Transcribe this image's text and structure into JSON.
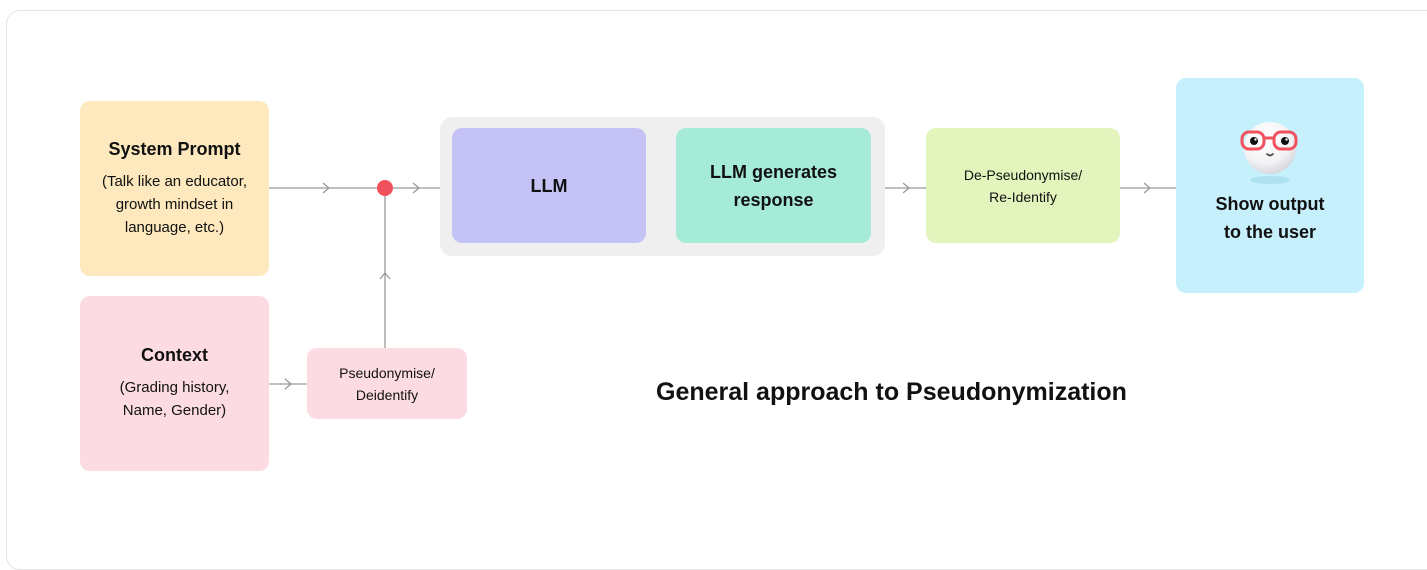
{
  "diagram": {
    "heading": "General approach to Pseudonymization",
    "system_prompt": {
      "title": "System Prompt",
      "lines": [
        "(Talk like an educator,",
        "growth mindset in",
        "language, etc.)"
      ]
    },
    "context": {
      "title": "Context",
      "lines": [
        "(Grading history,",
        "Name, Gender)"
      ]
    },
    "pseudonymise": {
      "lines": [
        "Pseudonymise/",
        "Deidentify"
      ]
    },
    "llm": {
      "label": "LLM"
    },
    "llm_generates": {
      "lines": [
        "LLM generates",
        "response"
      ]
    },
    "de_pseudonymise": {
      "lines": [
        "De-Pseudonymise/",
        "Re-Identify"
      ]
    },
    "output": {
      "lines": [
        "Show output",
        "to the user"
      ]
    },
    "colors": {
      "system_prompt": "#fde9bd",
      "context": "#fddbe3",
      "pseudonymise": "#fddbe3",
      "llm_group": "#efefef",
      "llm": "#c5c3f6",
      "llm_generates": "#a6ead8",
      "de_pseudonymise": "#e3f4bd",
      "output": "#c6f0fb",
      "junction": "#f0515d",
      "wire": "#9a9a9a",
      "glasses": "#f0515d"
    },
    "icons": [
      "arrow-right-icon",
      "arrow-up-icon",
      "junction-dot",
      "mascot-glasses-icon"
    ]
  }
}
